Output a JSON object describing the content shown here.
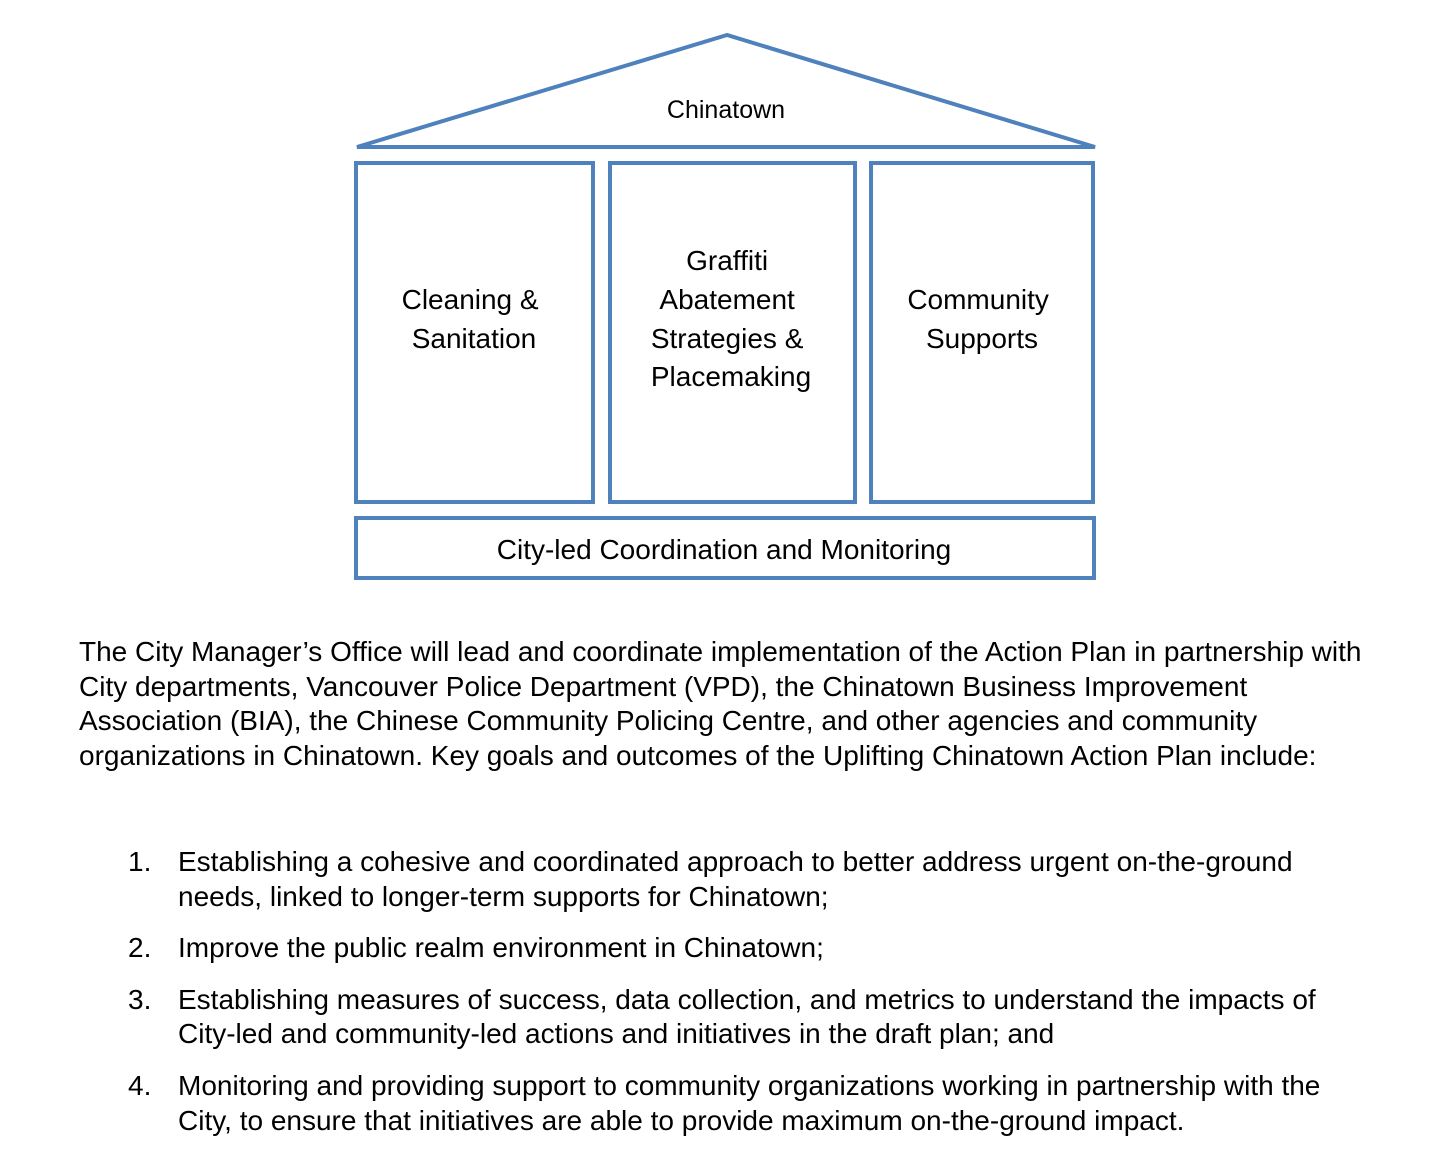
{
  "diagram": {
    "roof_label": "Chinatown",
    "pillars": [
      {
        "lines": [
          "Cleaning &",
          "Sanitation"
        ]
      },
      {
        "lines": [
          "Graffiti",
          "Abatement",
          "Strategies &",
          "Placemaking"
        ]
      },
      {
        "lines": [
          "Community",
          "Supports"
        ]
      }
    ],
    "foundation_label": "City-led Coordination and Monitoring",
    "stroke_color": "#4F81BD"
  },
  "paragraph": "The City Manager’s Office will lead and coordinate implementation of the Action Plan in partnership with City departments, Vancouver Police Department (VPD), the Chinatown Business Improvement Association (BIA), the Chinese Community Policing Centre, and other agencies and community organizations in Chinatown. Key goals and outcomes of the Uplifting Chinatown Action Plan include:",
  "goals": [
    {
      "num": "1.",
      "text": "Establishing a cohesive and coordinated approach to better address urgent on-the-ground needs, linked to longer-term supports for Chinatown;"
    },
    {
      "num": "2.",
      "text": "Improve the public realm environment in Chinatown;"
    },
    {
      "num": "3.",
      "text": "Establishing measures of success, data collection, and metrics to understand the impacts of City-led and community-led actions and initiatives in the draft plan; and"
    },
    {
      "num": "4.",
      "text": "Monitoring and providing support to community organizations working in partnership with the City, to ensure that initiatives are able to provide maximum on-the-ground impact."
    }
  ]
}
